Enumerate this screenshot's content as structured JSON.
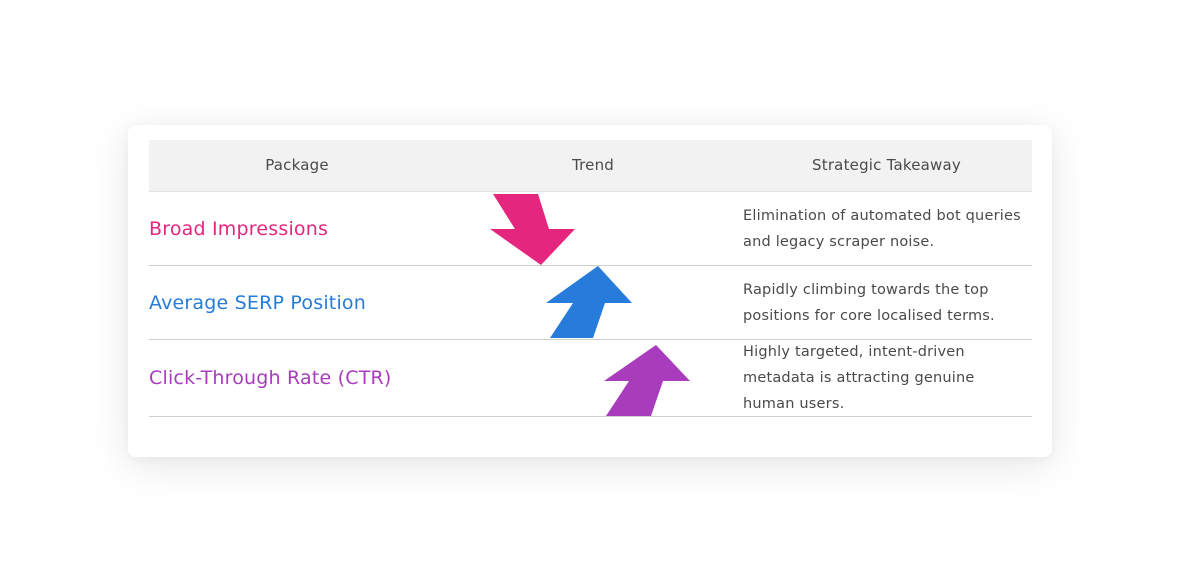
{
  "colors": {
    "pink": "#e5267f",
    "blue": "#267bdb",
    "purple": "#a93cbd"
  },
  "table": {
    "headers": {
      "package": "Package",
      "trend": "Trend",
      "takeaway": "Strategic Takeaway"
    },
    "rows": [
      {
        "package": "Broad Impressions",
        "trend": "down",
        "trend_icon": "arrow-down-right-icon",
        "color": "#e5267f",
        "takeaway": "Elimination of automated bot queries and legacy scraper noise."
      },
      {
        "package": "Average SERP Position",
        "trend": "up",
        "trend_icon": "arrow-up-right-icon",
        "color": "#267bdb",
        "takeaway": "Rapidly climbing towards the top positions for core localised terms."
      },
      {
        "package": "Click-Through Rate (CTR)",
        "trend": "up",
        "trend_icon": "arrow-up-right-icon",
        "color": "#a93cbd",
        "takeaway": "Highly targeted, intent-driven metadata is attracting genuine human users."
      }
    ]
  }
}
